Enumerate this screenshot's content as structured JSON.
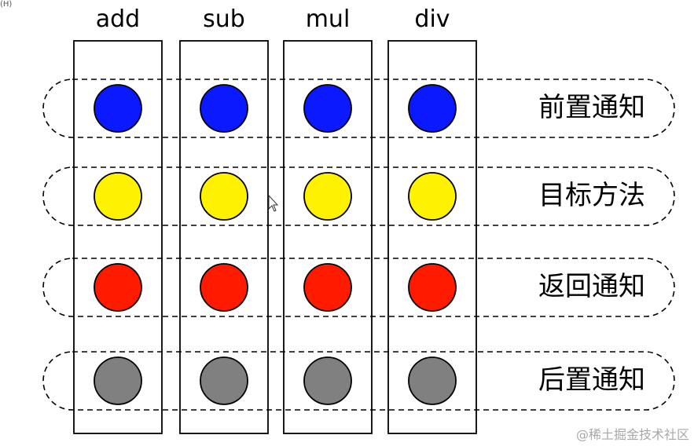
{
  "columns": [
    {
      "label": "add"
    },
    {
      "label": "sub"
    },
    {
      "label": "mul"
    },
    {
      "label": "div"
    }
  ],
  "rows": [
    {
      "label": "前置通知",
      "color": "#0a19ff"
    },
    {
      "label": "目标方法",
      "color": "#fff200"
    },
    {
      "label": "返回通知",
      "color": "#ff1a00"
    },
    {
      "label": "后置通知",
      "color": "#808080"
    }
  ],
  "corner_text": "(H)",
  "watermark": "@稀土掘金技术社区"
}
